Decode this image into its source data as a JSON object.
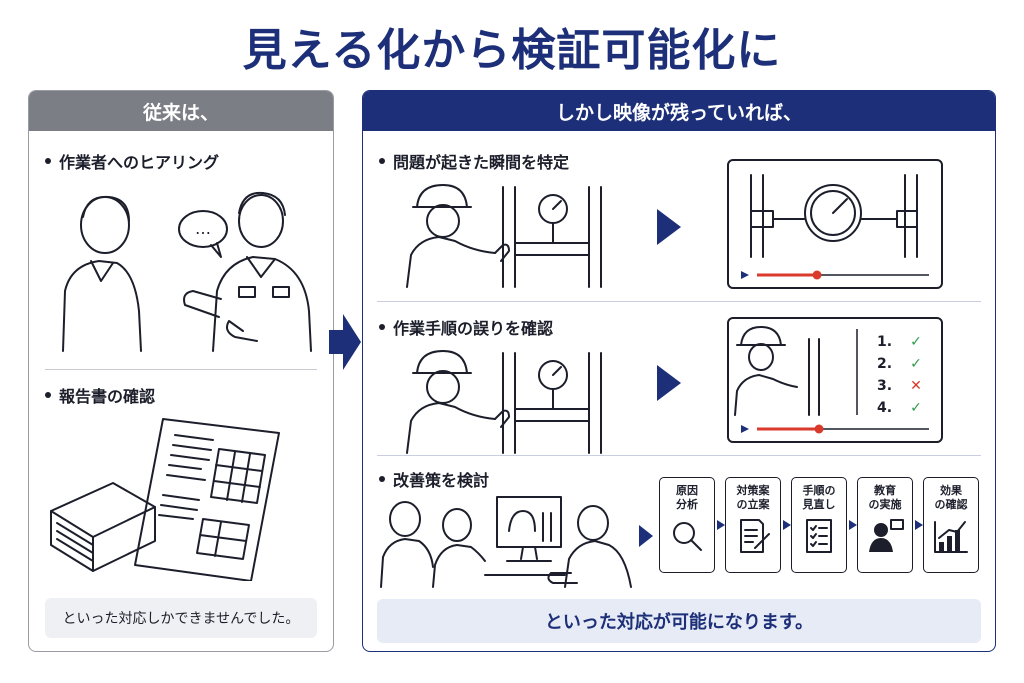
{
  "title": "見える化から検証可能化に",
  "left": {
    "header": "従来は、",
    "items": [
      {
        "label": "作業者へのヒアリング"
      },
      {
        "label": "報告書の確認"
      }
    ],
    "speech_bubble": "…",
    "note": "といった対応しかできませんでした。"
  },
  "right": {
    "header": "しかし映像が残っていれば、",
    "items": [
      {
        "label": "問題が起きた瞬間を特定"
      },
      {
        "label": "作業手順の誤りを確認"
      },
      {
        "label": "改善策を検討"
      }
    ],
    "checklist": [
      {
        "num": "1.",
        "mark": "✓",
        "ok": true
      },
      {
        "num": "2.",
        "mark": "✓",
        "ok": true
      },
      {
        "num": "3.",
        "mark": "✕",
        "ok": false
      },
      {
        "num": "4.",
        "mark": "✓",
        "ok": true
      }
    ],
    "flow_steps": [
      {
        "label": "原因\n分析",
        "icon": "magnifier-icon"
      },
      {
        "label": "対策案\nの立案",
        "icon": "document-pencil-icon"
      },
      {
        "label": "手順の\n見直し",
        "icon": "checklist-icon"
      },
      {
        "label": "教育\nの実施",
        "icon": "person-speech-icon"
      },
      {
        "label": "効果\nの確認",
        "icon": "bar-chart-icon"
      }
    ],
    "note": "といった対応が可能になります。"
  },
  "colors": {
    "navy": "#1c2f78",
    "gray_header": "#7b7e85",
    "check_green": "#2e9a4a",
    "cross_red": "#d93a2b",
    "timeline_red": "#d93a2b"
  }
}
